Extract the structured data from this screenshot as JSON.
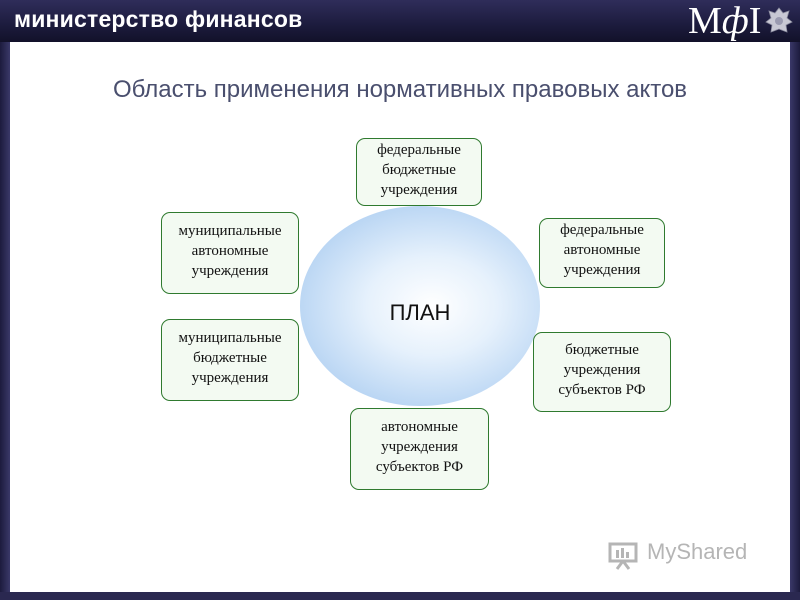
{
  "header": {
    "title": "министерство финансов",
    "logo_left": "М",
    "logo_mid": "ф",
    "logo_right": "I"
  },
  "slide": {
    "title": "Область применения нормативных правовых актов"
  },
  "diagram": {
    "center": "ПЛАН",
    "boxes": [
      [
        "федеральные",
        "бюджетные",
        "учреждения"
      ],
      [
        "муниципальные",
        "автономные",
        "учреждения"
      ],
      [
        "федеральные",
        "автономные",
        "учреждения"
      ],
      [
        "муниципальные",
        "бюджетные",
        "учреждения"
      ],
      [
        "бюджетные",
        "учреждения",
        "субъектов РФ"
      ],
      [
        "автономные",
        "учреждения",
        "субъектов РФ"
      ]
    ]
  },
  "watermark": {
    "text": "MyShared"
  },
  "colors": {
    "header_bg": "#1c1b3d",
    "box_border": "#2f7a2f",
    "circle_fill": "#b7d4f3"
  }
}
